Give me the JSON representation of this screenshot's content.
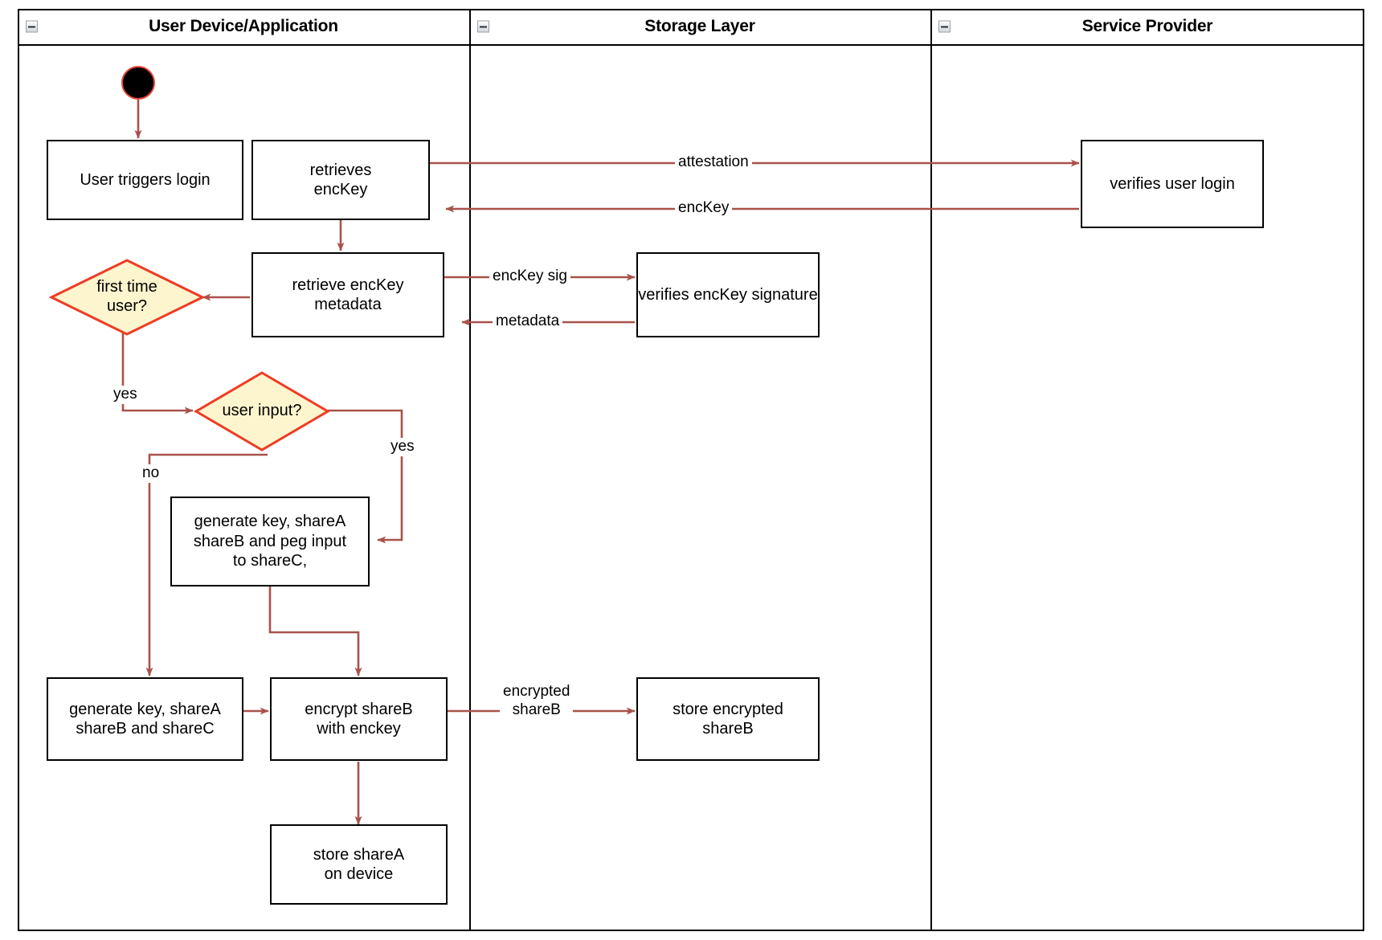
{
  "diagram": {
    "type": "uml-activity-swimlane",
    "title": "Login and key-share provisioning activity diagram",
    "edge_color": "#a8524b",
    "decision_fill": "#fdf5cd",
    "decision_stroke": "#ef3b24",
    "node_stroke": "#000000",
    "start_node_fill": "#000000",
    "start_node_stroke": "#e8453c"
  },
  "lanes": [
    {
      "id": "lane-user-device",
      "label": "User Device/Application",
      "collapse_icon": "minus-icon"
    },
    {
      "id": "lane-storage",
      "label": "Storage Layer",
      "collapse_icon": "minus-icon"
    },
    {
      "id": "lane-service-provider",
      "label": "Service Provider",
      "collapse_icon": "minus-icon"
    }
  ],
  "nodes": [
    {
      "id": "start",
      "kind": "initial-node",
      "label": ""
    },
    {
      "id": "user-triggers-login",
      "kind": "action",
      "label": "User triggers login"
    },
    {
      "id": "retrieves-enckey",
      "kind": "action",
      "label": "retrieves\nencKey"
    },
    {
      "id": "verifies-user-login",
      "kind": "action",
      "label": "verifies user login"
    },
    {
      "id": "retrieve-enckey-metadata",
      "kind": "action",
      "label": "retrieve encKey\nmetadata"
    },
    {
      "id": "verifies-enckey-signature",
      "kind": "action",
      "label": "verifies encKey signature"
    },
    {
      "id": "first-time-user",
      "kind": "decision",
      "label": "first time\nuser?"
    },
    {
      "id": "user-input",
      "kind": "decision",
      "label": "user input?"
    },
    {
      "id": "generate-peg-input",
      "kind": "action",
      "label": "generate key, shareA\nshareB and peg input\nto shareC,"
    },
    {
      "id": "generate-shares",
      "kind": "action",
      "label": "generate key, shareA\nshareB and shareC"
    },
    {
      "id": "encrypt-shareb",
      "kind": "action",
      "label": "encrypt shareB\nwith enckey"
    },
    {
      "id": "store-encrypted-shareb",
      "kind": "action",
      "label": "store encrypted\nshareB"
    },
    {
      "id": "store-sharea-on-device",
      "kind": "action",
      "label": "store shareA\non device"
    }
  ],
  "edge_labels": [
    {
      "id": "attestation",
      "text": "attestation"
    },
    {
      "id": "enckey",
      "text": "encKey"
    },
    {
      "id": "enckey-sig",
      "text": "encKey sig"
    },
    {
      "id": "metadata",
      "text": "metadata"
    },
    {
      "id": "yes-first-time",
      "text": "yes"
    },
    {
      "id": "yes-user-input",
      "text": "yes"
    },
    {
      "id": "no-user-input",
      "text": "no"
    },
    {
      "id": "encrypted-shareb",
      "text": "encrypted\nshareB"
    }
  ],
  "edges": [
    {
      "from": "start",
      "to": "user-triggers-login",
      "label": ""
    },
    {
      "from": "user-triggers-login",
      "to": "retrieves-enckey",
      "label": ""
    },
    {
      "from": "retrieves-enckey",
      "to": "verifies-user-login",
      "label": "attestation"
    },
    {
      "from": "verifies-user-login",
      "to": "retrieves-enckey",
      "label": "encKey"
    },
    {
      "from": "retrieves-enckey",
      "to": "retrieve-enckey-metadata",
      "label": ""
    },
    {
      "from": "retrieve-enckey-metadata",
      "to": "verifies-enckey-signature",
      "label": "encKey sig"
    },
    {
      "from": "verifies-enckey-signature",
      "to": "retrieve-enckey-metadata",
      "label": "metadata"
    },
    {
      "from": "retrieve-enckey-metadata",
      "to": "first-time-user",
      "label": ""
    },
    {
      "from": "first-time-user",
      "to": "user-input",
      "label": "yes"
    },
    {
      "from": "user-input",
      "to": "generate-peg-input",
      "label": "yes"
    },
    {
      "from": "user-input",
      "to": "generate-shares",
      "label": "no"
    },
    {
      "from": "generate-peg-input",
      "to": "encrypt-shareb",
      "label": ""
    },
    {
      "from": "generate-shares",
      "to": "encrypt-shareb",
      "label": ""
    },
    {
      "from": "encrypt-shareb",
      "to": "store-encrypted-shareb",
      "label": "encrypted shareB"
    },
    {
      "from": "encrypt-shareb",
      "to": "store-sharea-on-device",
      "label": ""
    }
  ]
}
